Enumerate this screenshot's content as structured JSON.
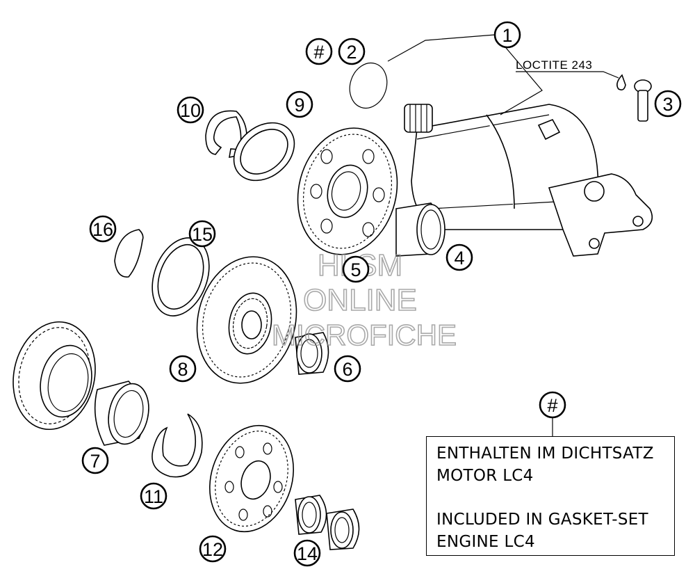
{
  "loctite_label": "LOCTITE 243",
  "callouts": [
    {
      "text": "1"
    },
    {
      "text": "#"
    },
    {
      "text": "2"
    },
    {
      "text": "3"
    },
    {
      "text": "4"
    },
    {
      "text": "5"
    },
    {
      "text": "6"
    },
    {
      "text": "7"
    },
    {
      "text": "8"
    },
    {
      "text": "9"
    },
    {
      "text": "10"
    },
    {
      "text": "11"
    },
    {
      "text": "12"
    },
    {
      "text": "14"
    },
    {
      "text": "15"
    },
    {
      "text": "16"
    },
    {
      "text": "#"
    }
  ],
  "note": {
    "line1": "ENTHALTEN IM DICHTSATZ",
    "line2": "MOTOR LC4",
    "line3": "INCLUDED IN GASKET-SET",
    "line4": "ENGINE LC4"
  },
  "watermark": {
    "line1": "HLSM",
    "line2": "ONLINE",
    "line3": "MICROFICHE"
  }
}
